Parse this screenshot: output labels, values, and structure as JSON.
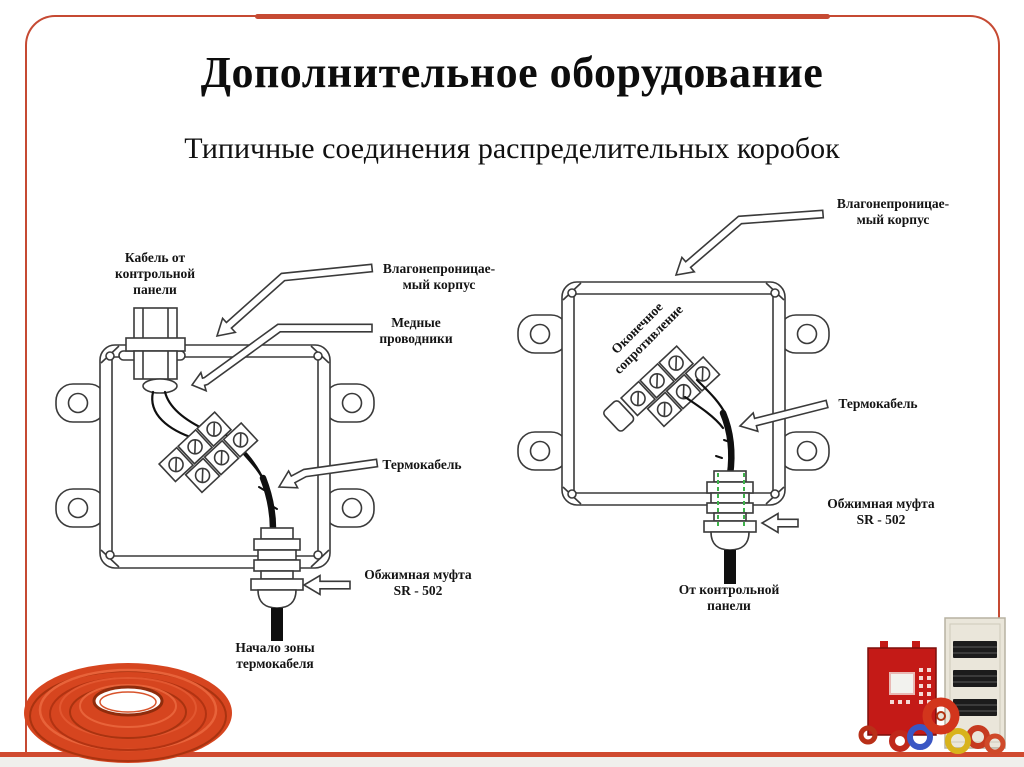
{
  "slide": {
    "title": "Дополнительное оборудование",
    "subtitle": "Типичные соединения распределительных коробок"
  },
  "left_diagram": {
    "description": "junction box connecting control-panel cable to thermal cable",
    "labels": {
      "cable_from_panel": "Кабель от\nконтрольной\nпанели",
      "waterproof_case": "Влагонепроницае-\nмый корпус",
      "copper_conductors": "Медные\nпроводники",
      "thermal_cable": "Термокабель",
      "crimp_sleeve": "Обжимная муфта\nSR - 502",
      "thermal_zone_start": "Начало зоны\nтермокабеля"
    }
  },
  "right_diagram": {
    "description": "junction box with end-of-line resistor",
    "labels": {
      "waterproof_case": "Влагонепроницае-\nмый корпус",
      "eol_resistor": "Оконечное\nсопротивление",
      "thermal_cable": "Термокабель",
      "crimp_sleeve": "Обжимная муфта\nSR - 502",
      "from_control_panel": "От контрольной\nпанели"
    }
  },
  "images": {
    "cable_coil": "red-thermal-cable-coil-photo",
    "fire_panels": "fire-alarm-panels-and-cable-coils-photo"
  },
  "colors": {
    "frame_red": "#c64a33",
    "line_gray": "#3a3a3a",
    "cable_black": "#0f0f0f",
    "gland_green": "#3db24a",
    "coil_red": "#d6451f"
  }
}
